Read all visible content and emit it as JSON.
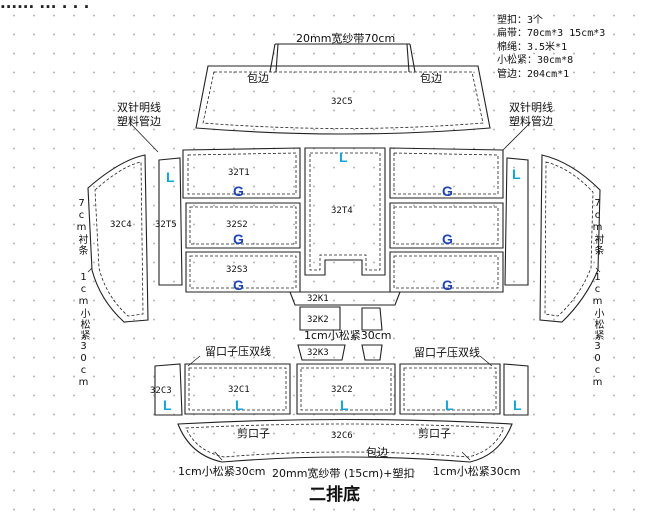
{
  "colors": {
    "line": "#222222",
    "accent_L": "#16a4d8",
    "accent_G": "#1f43b8",
    "dot": "#b8b8b8"
  },
  "top_clip": "...... ... . . .",
  "specs": [
    "塑扣：3个",
    "扁带：70cm*3  15cm*3",
    "棉绳：3.5米*1",
    "小松紧：30cm*8",
    "管边：204cm*1"
  ],
  "annotations": {
    "top_tape": "20mm宽纱带70cm",
    "left_trim": "包边",
    "right_trim": "包边",
    "double_left_1": "双针明线",
    "double_left_2": "塑料管边",
    "double_right_1": "双针明线",
    "double_right_2": "塑料管边",
    "left_vertical": "7cm衬条",
    "right_vertical": "7cm衬条",
    "left_vertical_2": "1cm小松紧30cm",
    "right_vertical_2": "1cm小松紧30cm",
    "mid_elastic": "1cm小松紧30cm",
    "press_left": "留口子压双线",
    "press_right": "留口子压双线",
    "cut_left": "剪口子",
    "cut_right": "剪口子",
    "bottom_trim": "包边",
    "bottom_left": "1cm小松紧30cm",
    "bottom_mid": "20mm宽纱带 (15cm)+塑扣",
    "bottom_right": "1cm小松紧30cm"
  },
  "pieces": {
    "c5": "32C5",
    "t1": "32T1",
    "t4": "32T4",
    "s2": "32S2",
    "s3": "32S3",
    "c4": "32C4",
    "t5": "32T5",
    "k1": "32K1",
    "k2": "32K2",
    "k3": "32K3",
    "c3": "32C3",
    "c1": "32C1",
    "c2": "32C2",
    "c6": "32C6"
  },
  "marks": {
    "L": "L",
    "G": "G"
  },
  "title": "二排底"
}
